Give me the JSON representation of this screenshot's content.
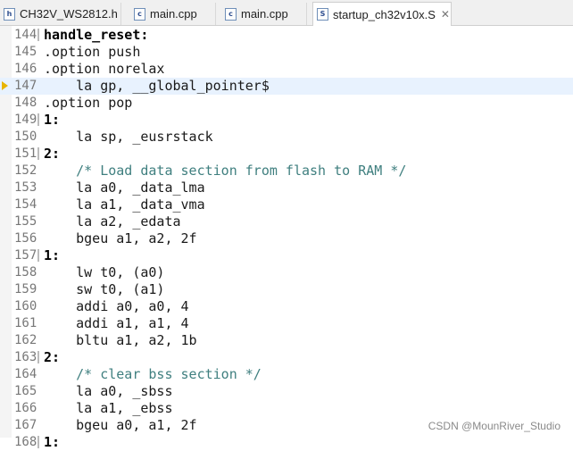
{
  "tabs": [
    {
      "label": "CH32V_WS2812.h",
      "icon": "h",
      "active": false
    },
    {
      "label": "main.cpp",
      "icon": "c",
      "active": false
    },
    {
      "label": "main.cpp",
      "icon": "c",
      "active": false
    },
    {
      "label": "startup_ch32v10x.S",
      "icon": "S",
      "active": true,
      "close": "✕"
    }
  ],
  "editor": {
    "current_line": 147,
    "lines": [
      {
        "num": "144",
        "text": "handle_reset:",
        "kind": "label"
      },
      {
        "num": "145",
        "text": ".option push",
        "kind": "code"
      },
      {
        "num": "146",
        "text": ".option norelax",
        "kind": "code"
      },
      {
        "num": "147",
        "text": "    la gp, __global_pointer$",
        "kind": "code"
      },
      {
        "num": "148",
        "text": ".option pop",
        "kind": "code"
      },
      {
        "num": "149",
        "text": "1:",
        "kind": "label"
      },
      {
        "num": "150",
        "text": "    la sp, _eusrstack",
        "kind": "code"
      },
      {
        "num": "151",
        "text": "2:",
        "kind": "label"
      },
      {
        "num": "152",
        "text": "    /* Load data section from flash to RAM */",
        "kind": "comment"
      },
      {
        "num": "153",
        "text": "    la a0, _data_lma",
        "kind": "code"
      },
      {
        "num": "154",
        "text": "    la a1, _data_vma",
        "kind": "code"
      },
      {
        "num": "155",
        "text": "    la a2, _edata",
        "kind": "code"
      },
      {
        "num": "156",
        "text": "    bgeu a1, a2, 2f",
        "kind": "code"
      },
      {
        "num": "157",
        "text": "1:",
        "kind": "label"
      },
      {
        "num": "158",
        "text": "    lw t0, (a0)",
        "kind": "code"
      },
      {
        "num": "159",
        "text": "    sw t0, (a1)",
        "kind": "code"
      },
      {
        "num": "160",
        "text": "    addi a0, a0, 4",
        "kind": "code"
      },
      {
        "num": "161",
        "text": "    addi a1, a1, 4",
        "kind": "code"
      },
      {
        "num": "162",
        "text": "    bltu a1, a2, 1b",
        "kind": "code"
      },
      {
        "num": "163",
        "text": "2:",
        "kind": "label"
      },
      {
        "num": "164",
        "text": "    /* clear bss section */",
        "kind": "comment"
      },
      {
        "num": "165",
        "text": "    la a0, _sbss",
        "kind": "code"
      },
      {
        "num": "166",
        "text": "    la a1, _ebss",
        "kind": "code"
      },
      {
        "num": "167",
        "text": "    bgeu a0, a1, 2f",
        "kind": "code"
      },
      {
        "num": "168",
        "text": "1:",
        "kind": "label"
      }
    ]
  },
  "watermark": "CSDN @MounRiver_Studio",
  "colors": {
    "comment": "#3f7f7f",
    "current_line_bg": "#e8f2fe",
    "line_number": "#787878",
    "marker": "#e8b400"
  }
}
